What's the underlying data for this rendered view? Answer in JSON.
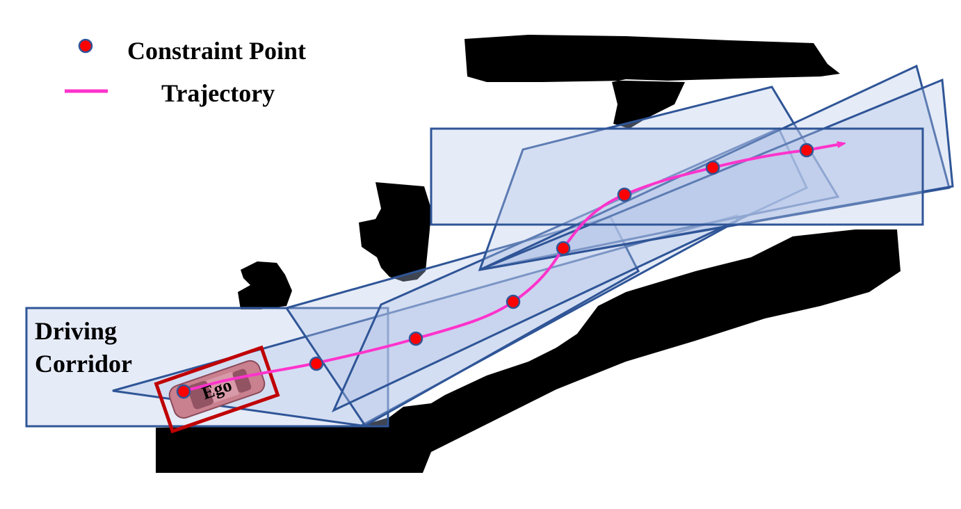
{
  "legend": {
    "constraint_point_label": "Constraint Point",
    "trajectory_label": "Trajectory"
  },
  "corridor_label": {
    "line1": "Driving",
    "line2": "Corridor"
  },
  "ego_label": "Ego",
  "colors": {
    "corridor_fill": "#b4c7e7",
    "corridor_stroke": "#2f5597",
    "obstacle": "#000000",
    "trajectory": "#ff33cc",
    "constraint_point": "#ff0000",
    "constraint_point_stroke": "#2f5597",
    "ego_box": "#c00000",
    "ego_car": "#c9808f"
  },
  "icons": {
    "ego_vehicle": "car-icon",
    "trajectory_arrow": "arrow-head-icon"
  }
}
